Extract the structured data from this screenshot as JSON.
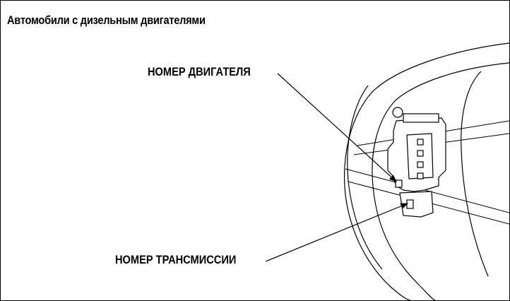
{
  "caption": "Автомобили с дизельным двигателями",
  "labels": {
    "engine_number": "НОМЕР ДВИГАТЕЛЯ",
    "transmission_number": "НОМЕР ТРАНСМИССИИ"
  },
  "colors": {
    "ink": "#000000",
    "background": "#ffffff"
  }
}
